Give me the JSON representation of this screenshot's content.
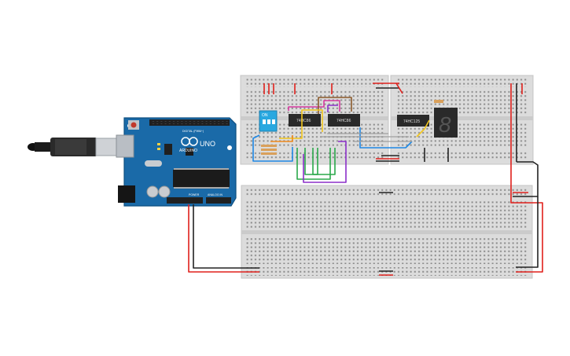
{
  "arduino": {
    "brand": "ARDUINO",
    "model": "UNO",
    "digital_label": "DIGITAL (PWM~)",
    "power_label": "POWER",
    "analog_label": "ANALOG IN",
    "board_color": "#1a6aa8"
  },
  "chips": {
    "chip1": "74HC86",
    "chip2": "74HC86",
    "chip3": "74HC125"
  },
  "dip_switch": {
    "label": "ON",
    "color": "#29a8e0"
  },
  "seven_segment": {
    "digit": "8",
    "color": "#222222"
  },
  "wire_colors": {
    "red": "#e0201c",
    "black": "#222222",
    "purple": "#8b2fc9",
    "green": "#2aa84a",
    "blue": "#1e88e5",
    "yellow": "#f2c51b",
    "orange": "#f08a1c",
    "brown": "#8b5a2b",
    "pink": "#d63aa0"
  }
}
